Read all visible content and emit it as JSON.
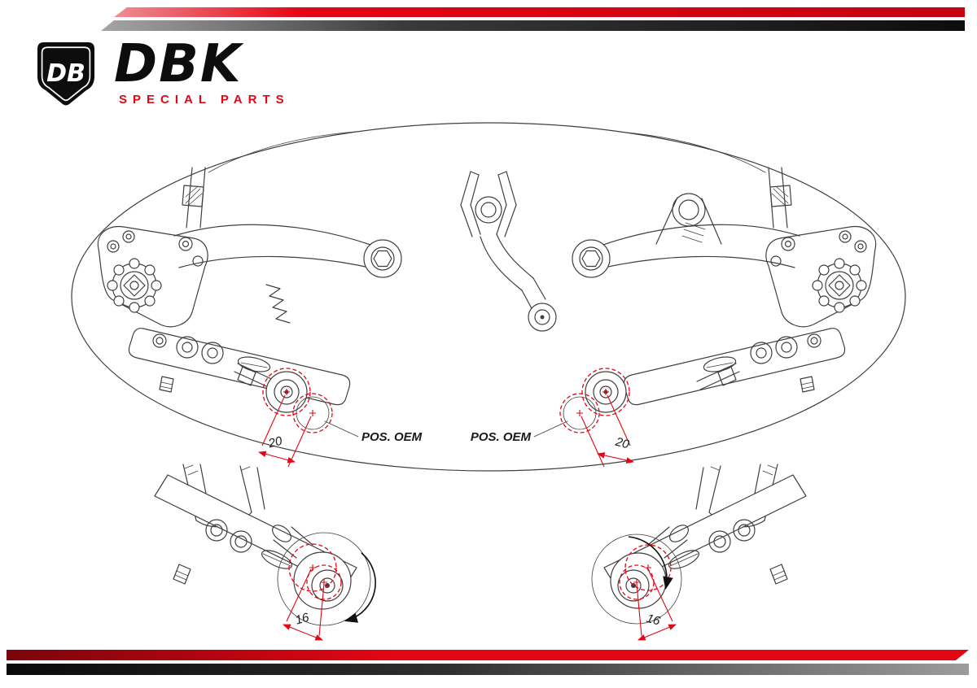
{
  "brand": {
    "name": "DBK",
    "tagline": "SPECIAL PARTS",
    "monogram": "DB"
  },
  "colors": {
    "accent": "#e30613",
    "ink": "#1a1a1a",
    "line": "#3f3f3f"
  },
  "diagram": {
    "pos_oem_left": "POS. OEM",
    "pos_oem_right": "POS. OEM",
    "dim_main_left": "20",
    "dim_main_right": "20",
    "dim_detail_left": "16",
    "dim_detail_right": "16"
  }
}
